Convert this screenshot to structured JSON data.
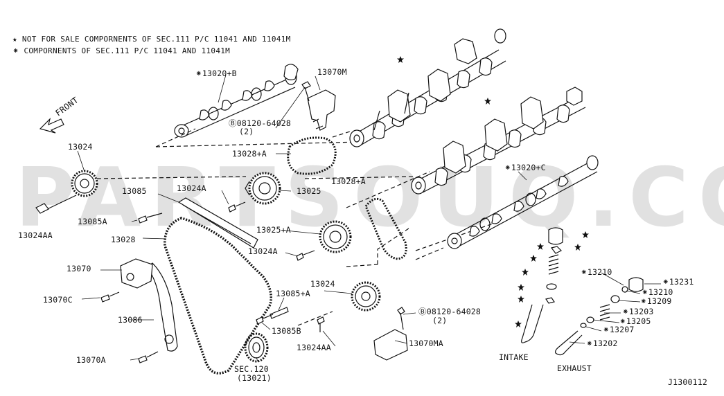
{
  "watermark": "PARTSOUQ.COM",
  "notes": {
    "note1": "★ NOT FOR SALE COMPORNENTS OF SEC.111 P/C 11041 AND 11041M",
    "note2": "⁕ COMPORNENTS OF SEC.111 P/C 11041 AND 11041M"
  },
  "front_label": "FRONT",
  "labels": {
    "l13020B": "⁕13020+B",
    "l13070M": "13070M",
    "lbolt1": "Ⓑ08120-64028",
    "lbolt1q": "(2)",
    "l13028A_top": "13028+A",
    "l13024": "13024",
    "l13024A_top": "13024A",
    "l13025": "13025",
    "l13085": "13085",
    "l13028A_right": "13028+A",
    "l13020C": "⁕13020+C",
    "l13085A": "13085A",
    "l13024AA_left": "13024AA",
    "l13028": "13028",
    "l13025A": "13025+A",
    "l13024A_mid": "13024A",
    "l13070": "13070",
    "l13024_mid": "13024",
    "l13085A_plus": "13085+A",
    "l13070C": "13070C",
    "l13086": "13086",
    "l13085B": "13085B",
    "l13024AA_mid": "13024AA",
    "lbolt2": "Ⓑ08120-64028",
    "lbolt2q": "(2)",
    "l13070MA": "13070MA",
    "l13070A": "13070A",
    "lsec120": "SEC.120",
    "lsec120b": "(13021)",
    "l13210a": "⁕13210",
    "l13231": "⁕13231",
    "l13210b": "⁕13210",
    "l13209": "⁕13209",
    "l13203": "⁕13203",
    "l13205": "⁕13205",
    "l13207": "⁕13207",
    "l13202": "⁕13202",
    "lintake": "INTAKE",
    "lexhaust": "EXHAUST",
    "diagram_id": "J1300112"
  }
}
